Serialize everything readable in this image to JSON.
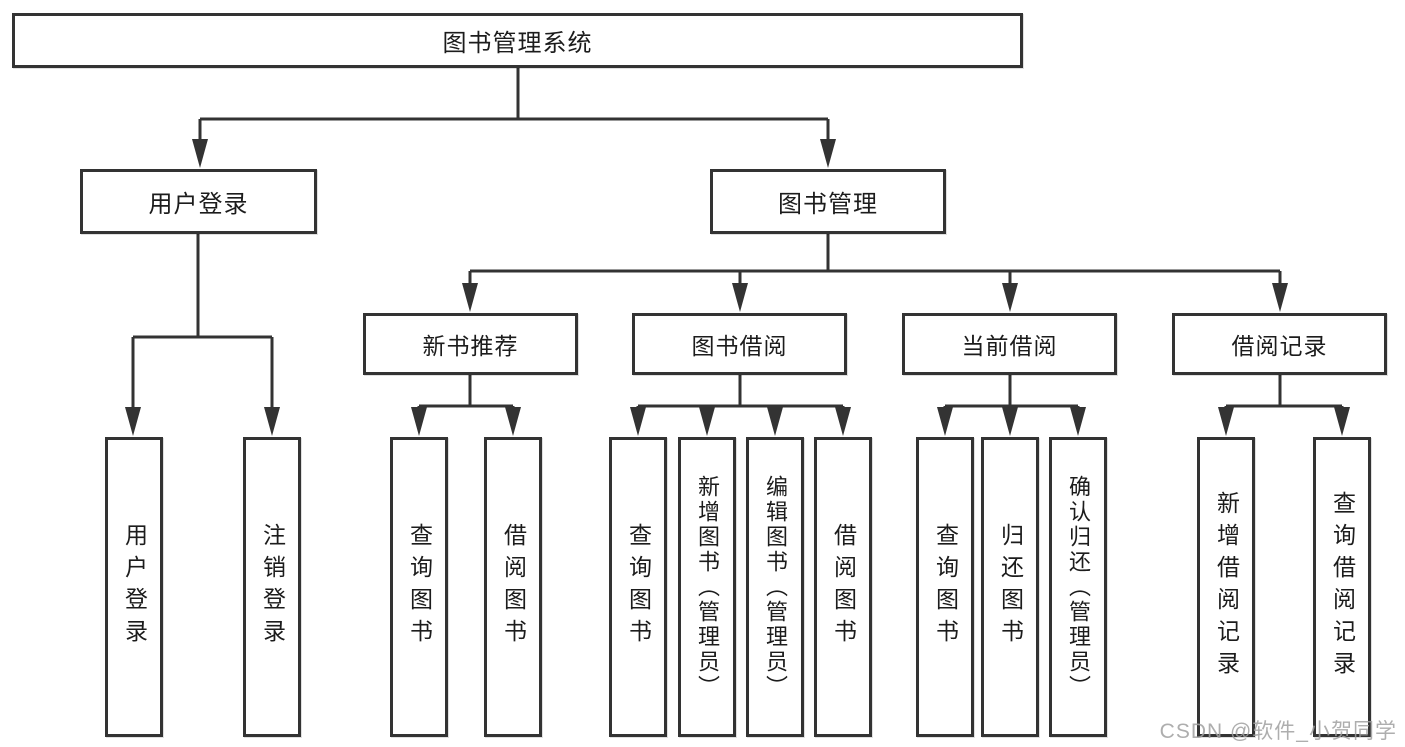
{
  "colors": {
    "line": "#333333",
    "text": "#1c1c1c",
    "watermark": "#a0a0a0",
    "background": "#ffffff"
  },
  "watermark": "CSDN @软件_小贺同学",
  "tree": {
    "root": "图书管理系统",
    "branches": [
      {
        "label": "用户登录",
        "children": [
          "用户登录",
          "注销登录"
        ]
      },
      {
        "label": "图书管理",
        "sections": [
          {
            "label": "新书推荐",
            "children": [
              "查询图书",
              "借阅图书"
            ]
          },
          {
            "label": "图书借阅",
            "children": [
              "查询图书",
              "新增图书（管理员）",
              "编辑图书（管理员）",
              "借阅图书"
            ]
          },
          {
            "label": "当前借阅",
            "children": [
              "查询图书",
              "归还图书",
              "确认归还（管理员）"
            ]
          },
          {
            "label": "借阅记录",
            "children": [
              "新增借阅记录",
              "查询借阅记录"
            ]
          }
        ]
      }
    ]
  }
}
